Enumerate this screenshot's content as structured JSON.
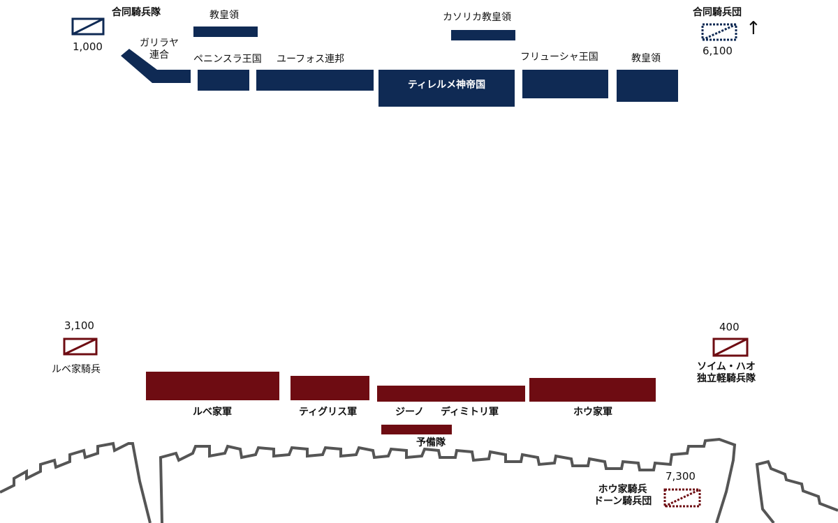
{
  "colors": {
    "allied": "#0f2a54",
    "enemy": "#6e0c12",
    "wall": "#555555"
  },
  "top_units": {
    "left_cavalry_name": "合同騎兵隊",
    "left_cavalry_count": "1,000",
    "galilaya": "ガリラヤ\n連合",
    "papal_1": "教皇領",
    "peninsula": "ペニンスラ王国",
    "euphos": "ユーフォス連邦",
    "catholica": "カソリカ教皇領",
    "tirelme": "ティレルメ神帝国",
    "fryusha": "フリューシャ王国",
    "papal_2": "教皇領",
    "right_cavalry_name": "合同騎兵団",
    "right_cavalry_count": "6,100",
    "arrow": "↑"
  },
  "bottom_units": {
    "rube_cav_count": "3,100",
    "rube_cav_name": "ルベ家騎兵",
    "rube_army": "ルベ家軍",
    "tigris": "ティグリス軍",
    "jino": "ジーノ",
    "dimitri": "ディミトリ軍",
    "reserve": "予備隊",
    "hou_army": "ホウ家軍",
    "soim_count": "400",
    "soim_name": "ソイム・ハオ\n独立軽騎兵隊",
    "hou_cav_name": "ホウ家騎兵\nドーン騎兵団",
    "hou_cav_count": "7,300"
  },
  "icons": {
    "cavalry": "cavalry-symbol-icon"
  }
}
